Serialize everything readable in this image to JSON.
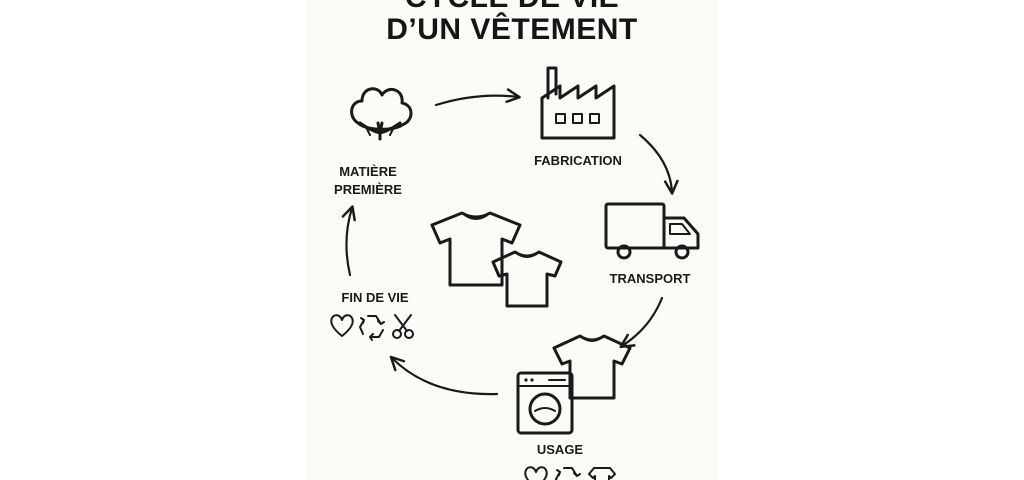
{
  "title": {
    "line1": "CYCLE DE VIE",
    "line2": "D’UN VÊTEMENT"
  },
  "stages": {
    "raw_material": {
      "line1": "MATIÈRE",
      "line2": "PREMIÈRE",
      "icon": "cotton-flower-icon"
    },
    "manufacturing": {
      "label": "FABRICATION",
      "icon": "factory-icon"
    },
    "transport": {
      "label": "TRANSPORT",
      "icon": "truck-icon"
    },
    "usage": {
      "label": "USAGE",
      "icons": [
        "tshirt-icon",
        "washing-machine-icon",
        "heart-icon",
        "recycle-icon",
        "shirt-icon"
      ]
    },
    "end_of_life": {
      "label": "FIN DE VIE",
      "icons": [
        "heart-icon",
        "recycle-icon",
        "scissors-icon"
      ]
    }
  },
  "center": {
    "icons": [
      "tshirt-icon",
      "tshirt-icon"
    ]
  },
  "colors": {
    "ink": "#1a1a1a",
    "panel": "#fbfbf8",
    "background": "#ffffff"
  }
}
